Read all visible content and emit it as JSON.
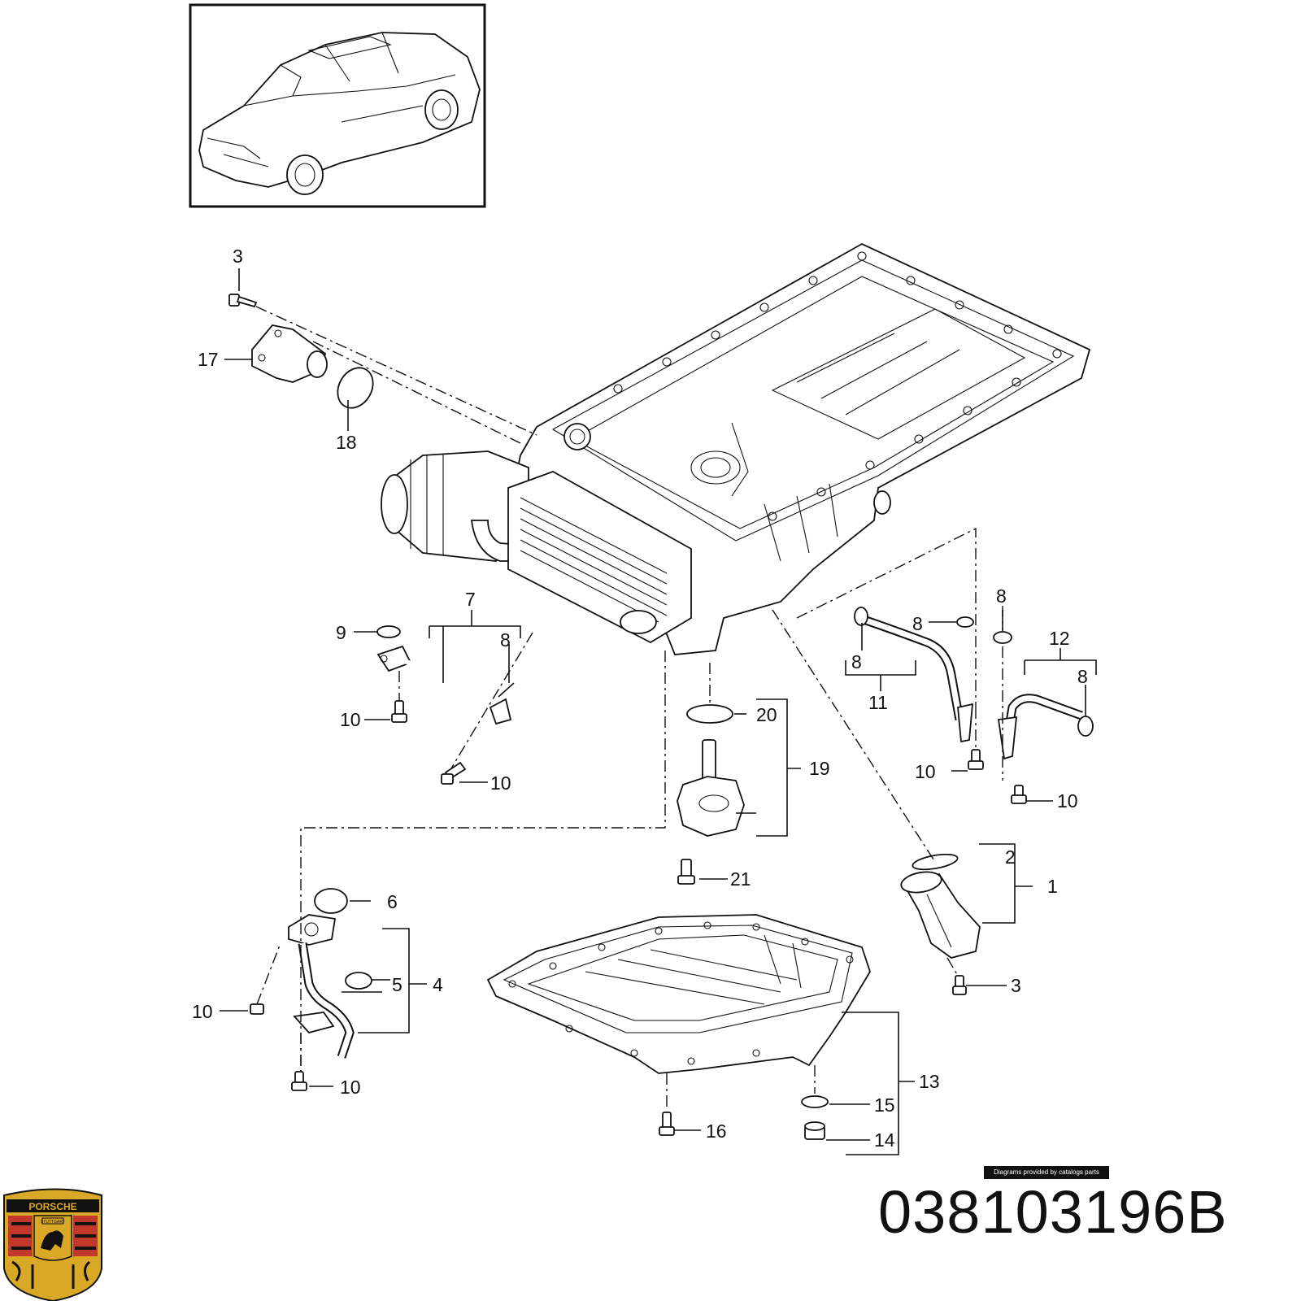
{
  "part_number": "038103196B",
  "credit_text": "Diagrams provided by catalogs parts",
  "logo": {
    "name": "porsche-crest",
    "wordmark": "PORSCHE",
    "city": "STUTTGART",
    "colors": {
      "gold": "#d9a826",
      "red": "#c0392b",
      "black": "#111111"
    }
  },
  "callouts": {
    "c1": "1",
    "c2": "2",
    "c3a": "3",
    "c3b": "3",
    "c4": "4",
    "c5": "5",
    "c6": "6",
    "c7": "7",
    "c8a": "8",
    "c8b": "8",
    "c8c": "8",
    "c8d": "8",
    "c8e": "8",
    "c9": "9",
    "c10a": "10",
    "c10b": "10",
    "c10c": "10",
    "c10d": "10",
    "c10e": "10",
    "c10f": "10",
    "c11": "11",
    "c12": "12",
    "c13": "13",
    "c14": "14",
    "c15": "15",
    "c16": "16",
    "c17": "17",
    "c18": "18",
    "c19": "19",
    "c20": "20",
    "c21": "21"
  }
}
